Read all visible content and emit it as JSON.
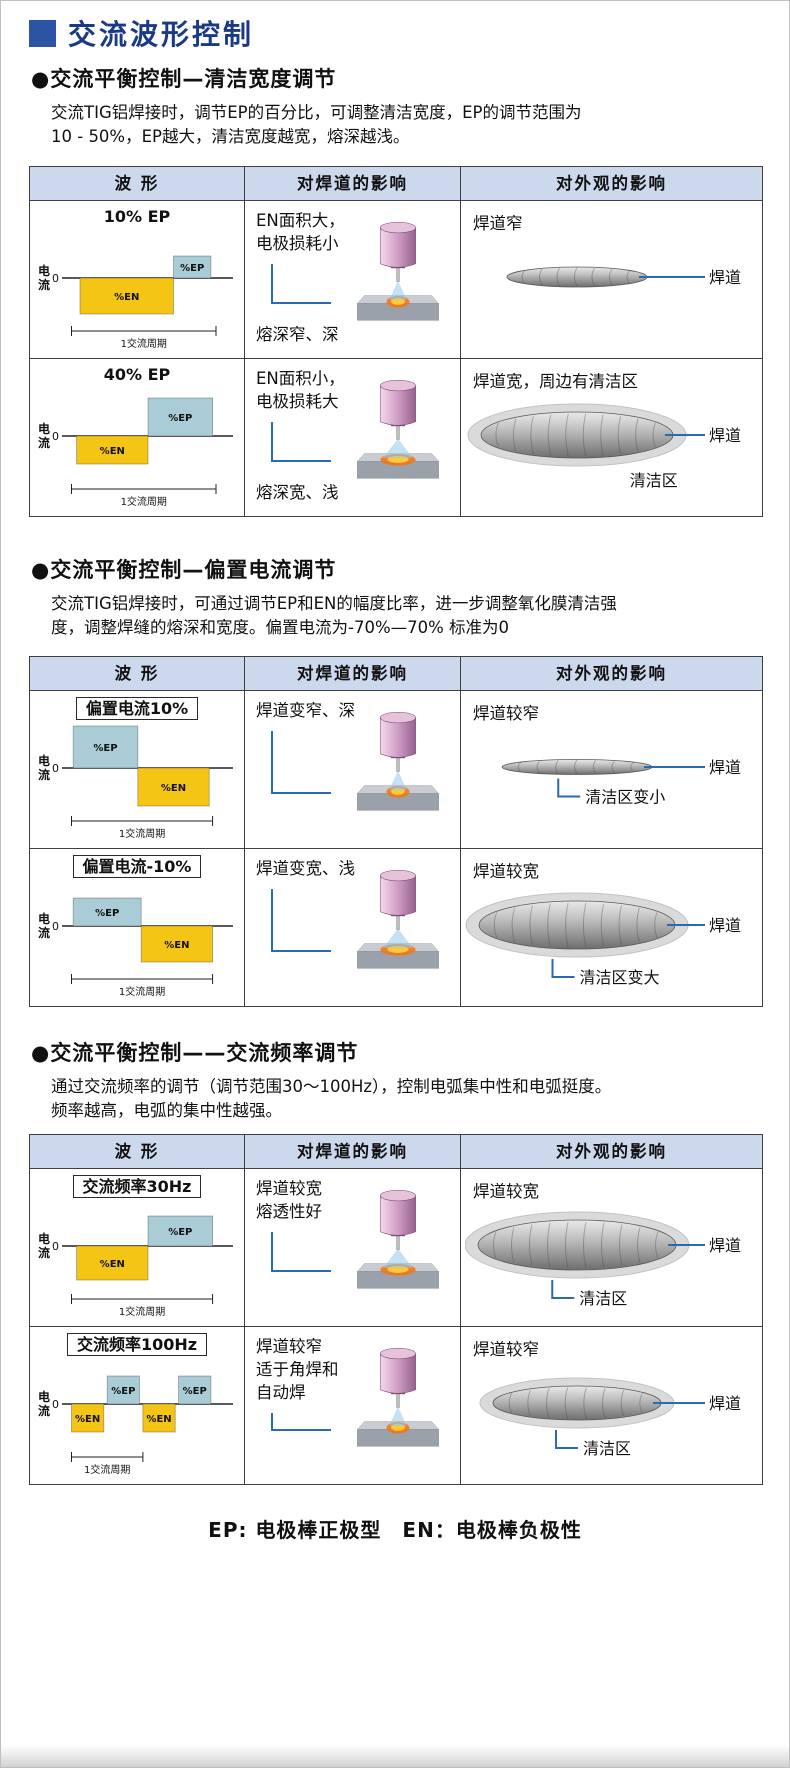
{
  "page": {
    "title": "交流波形控制",
    "footer": "EP: 电极棒正极型　EN：电极棒负极性"
  },
  "colors": {
    "title_text": "#1b3a86",
    "title_square": "#2b55a4",
    "header_bg": "#ccd8ec",
    "en_fill": "#f5c515",
    "ep_fill": "#a9ccd6",
    "callout": "#2a6bb0"
  },
  "table_headers": [
    "波  形",
    "对焊道的影响",
    "对外观的影响"
  ],
  "waveform_common": {
    "axis_label": "电流",
    "zero_label": "0",
    "cycle_label": "1交流周期",
    "en_label": "%EN",
    "ep_label": "%EP"
  },
  "sections": [
    {
      "heading": "●交流平衡控制—清洁宽度调节",
      "description": "交流TIG铝焊接时，调节EP的百分比，可调整清洁宽度，EP的调节范围为\n10 - 50%，EP越大，清洁宽度越宽，熔深越浅。",
      "rows": [
        {
          "wave_title": "10% EP",
          "boxed_title": false,
          "segments": [
            {
              "type": "en",
              "x": 0.1,
              "w": 0.55,
              "h": 36
            },
            {
              "type": "ep",
              "x": 0.65,
              "w": 0.22,
              "h": 22
            }
          ],
          "bracket": [
            0.05,
            0.9
          ],
          "effect_text": "EN面积大，\n电极损耗小",
          "effect_text2": "熔深窄、深",
          "arc": "narrow",
          "appearance_text": "焊道窄",
          "bead": {
            "w": 140,
            "h": 20,
            "halo": false
          },
          "callouts": [
            {
              "kind": "side",
              "label": "焊道"
            }
          ]
        },
        {
          "wave_title": "40% EP",
          "boxed_title": false,
          "segments": [
            {
              "type": "en",
              "x": 0.08,
              "w": 0.42,
              "h": 28
            },
            {
              "type": "ep",
              "x": 0.5,
              "w": 0.38,
              "h": 38
            }
          ],
          "bracket": [
            0.05,
            0.9
          ],
          "effect_text": "EN面积小，\n电极损耗大",
          "effect_text2": "熔深宽、浅",
          "arc": "wide",
          "appearance_text": "焊道宽，周边有清洁区",
          "bead": {
            "w": 192,
            "h": 46,
            "halo": true
          },
          "callouts": [
            {
              "kind": "side",
              "label": "焊道"
            },
            {
              "kind": "below",
              "label": "清洁区"
            }
          ]
        }
      ]
    },
    {
      "heading": "●交流平衡控制—偏置电流调节",
      "description": "交流TIG铝焊接时，可通过调节EP和EN的幅度比率，进一步调整氧化膜清洁强\n度，调整焊缝的熔深和宽度。偏置电流为-70%—70% 标准为0",
      "rows": [
        {
          "wave_title": "偏置电流10%",
          "boxed_title": true,
          "segments": [
            {
              "type": "ep",
              "x": 0.06,
              "w": 0.38,
              "h": 42
            },
            {
              "type": "en",
              "x": 0.44,
              "w": 0.42,
              "h": 38
            }
          ],
          "bracket": [
            0.05,
            0.88
          ],
          "effect_text": "焊道变窄、深",
          "arc": "narrow",
          "appearance_text": "焊道较窄",
          "bead": {
            "w": 150,
            "h": 15,
            "halo": false
          },
          "callouts": [
            {
              "kind": "side",
              "label": "焊道"
            },
            {
              "kind": "elbow",
              "label": "清洁区变小"
            }
          ]
        },
        {
          "wave_title": "偏置电流-10%",
          "boxed_title": true,
          "segments": [
            {
              "type": "ep",
              "x": 0.06,
              "w": 0.4,
              "h": 28
            },
            {
              "type": "en",
              "x": 0.46,
              "w": 0.42,
              "h": 36
            }
          ],
          "bracket": [
            0.05,
            0.88
          ],
          "effect_text": "焊道变宽、浅",
          "arc": "wide",
          "appearance_text": "焊道较宽",
          "bead": {
            "w": 196,
            "h": 48,
            "halo": true
          },
          "callouts": [
            {
              "kind": "side",
              "label": "焊道"
            },
            {
              "kind": "elbow",
              "label": "清洁区变大"
            }
          ]
        }
      ]
    },
    {
      "heading": "●交流平衡控制——交流频率调节",
      "description": "通过交流频率的调节（调节范围30～100Hz），控制电弧集中性和电弧挺度。\n频率越高，电弧的集中性越强。",
      "rows": [
        {
          "wave_title": "交流频率30Hz",
          "boxed_title": true,
          "segments": [
            {
              "type": "en",
              "x": 0.08,
              "w": 0.42,
              "h": 34
            },
            {
              "type": "ep",
              "x": 0.5,
              "w": 0.38,
              "h": 30
            }
          ],
          "bracket": [
            0.05,
            0.88
          ],
          "effect_text": "焊道较宽\n熔透性好",
          "arc": "wide",
          "appearance_text": "焊道较宽",
          "bead": {
            "w": 198,
            "h": 50,
            "halo": true
          },
          "callouts": [
            {
              "kind": "side",
              "label": "焊道"
            },
            {
              "kind": "elbow",
              "label": "清洁区"
            }
          ]
        },
        {
          "wave_title": "交流频率100Hz",
          "boxed_title": true,
          "segments": [
            {
              "type": "en",
              "x": 0.05,
              "w": 0.19,
              "h": 28
            },
            {
              "type": "ep",
              "x": 0.26,
              "w": 0.19,
              "h": 28
            },
            {
              "type": "en",
              "x": 0.47,
              "w": 0.19,
              "h": 28
            },
            {
              "type": "ep",
              "x": 0.68,
              "w": 0.19,
              "h": 28
            }
          ],
          "bracket": [
            0.05,
            0.47
          ],
          "effect_text": "焊道较窄\n适于角焊和\n自动焊",
          "arc": "narrow",
          "appearance_text": "焊道较窄",
          "bead": {
            "w": 168,
            "h": 34,
            "halo": true
          },
          "callouts": [
            {
              "kind": "side",
              "label": "焊道"
            },
            {
              "kind": "elbow",
              "label": "清洁区"
            }
          ]
        }
      ]
    }
  ]
}
